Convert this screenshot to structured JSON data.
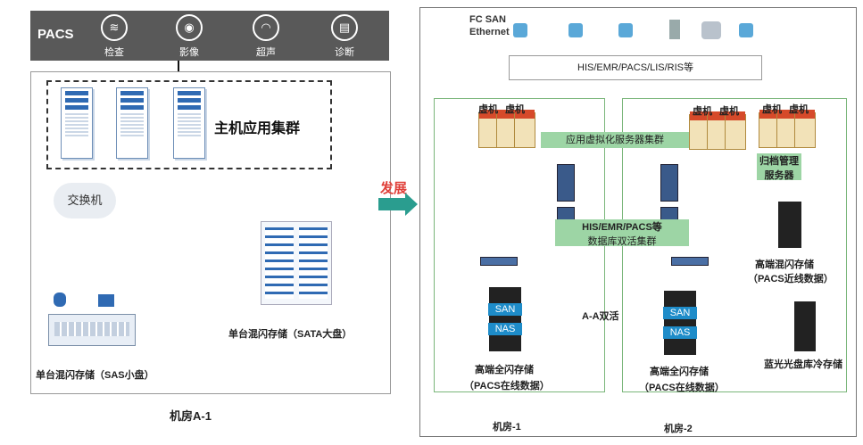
{
  "left_panel": {
    "pacs_bar": {
      "title": "PACS",
      "items": [
        {
          "icon": "dna-icon",
          "label": "检查"
        },
        {
          "icon": "ct-scan-icon",
          "label": "影像"
        },
        {
          "icon": "ultrasound-icon",
          "label": "超声"
        },
        {
          "icon": "clipboard-icon",
          "label": "诊断"
        }
      ]
    },
    "cluster_label": "主机应用集群",
    "switch_label": "交换机",
    "sata_storage_label": "单台混闪存储（SATA大盘）",
    "sas_storage_label": "单台混闪存储（SAS小盘）",
    "room_label": "机房A-1"
  },
  "arrow_label": "发展",
  "right_panel": {
    "legend": [
      {
        "label": "FC SAN",
        "color": "#e0403a"
      },
      {
        "label": "Ethernet",
        "color": "#2aa0d8"
      }
    ],
    "his_bar": "HIS/EMR/PACS/LIS/RIS等",
    "vm_label": "虚机",
    "app_cluster_label": "应用虚拟化服务器集群",
    "archive_label_line1": "归档管理",
    "archive_label_line2": "服务器",
    "db_cluster_line1": "HIS/EMR/PACS等",
    "db_cluster_line2": "数据库双活集群",
    "san_label": "SAN",
    "nas_label": "NAS",
    "aa_label": "A-A双活",
    "left_storage_line1": "高端全闪存储",
    "left_storage_line2": "（PACS在线数据）",
    "right_storage_line1": "高端全闪存储",
    "right_storage_line2": "（PACS在线数据）",
    "hybrid_line1": "高端混闪存储",
    "hybrid_line2": "（PACS近线数据）",
    "bluray_label": "蓝光光盘库冷存储",
    "room1_label": "机房-1",
    "room2_label": "机房-2"
  },
  "colors": {
    "fc_san": "#e0403a",
    "ethernet": "#2aa0d8",
    "arrow": "#2a9d8f",
    "arrow_text": "#e0403a",
    "room_border": "#7ab67a",
    "green_bar": "#9dd5a5"
  }
}
